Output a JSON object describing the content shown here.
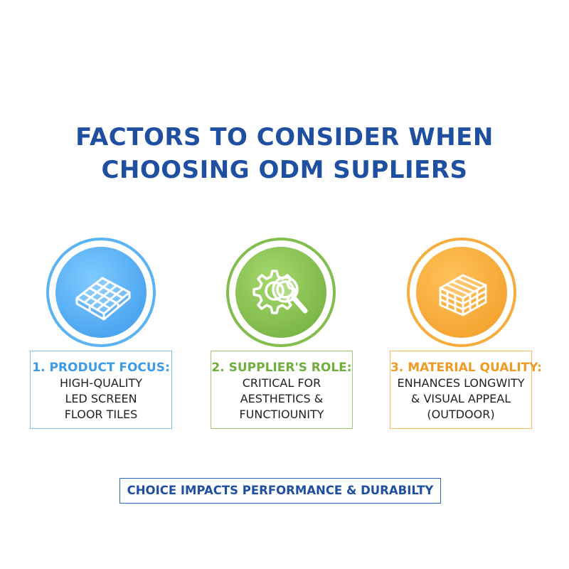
{
  "title": {
    "line1": "FACTORS TO CONSIDER WHEN",
    "line2": "CHOOSING ODM SUPLIERS"
  },
  "factors": [
    {
      "icon": "led-floor-tile-icon",
      "color": "#4aa8f0",
      "header": "1. PRODUCT FOCUS:",
      "lines": [
        "HIGH-QUALITY",
        "LED SCREEN",
        "FLOOR TILES"
      ]
    },
    {
      "icon": "gear-magnifier-icon",
      "color": "#7cb648",
      "header": "2. SUPPLIER'S ROLE:",
      "lines": [
        "CRITICAL FOR",
        "AESTHETICS &",
        "FUNCTIOUNITY"
      ]
    },
    {
      "icon": "material-block-icon",
      "color": "#f5a93a",
      "header": "3. MATERIAL QUALITY:",
      "lines": [
        "ENHANCES LONGWITY",
        "& VISUAL APPEAL",
        "(OUTDOOR)"
      ]
    }
  ],
  "footer": "CHOICE IMPACTS PERFORMANCE & DURABILTY"
}
